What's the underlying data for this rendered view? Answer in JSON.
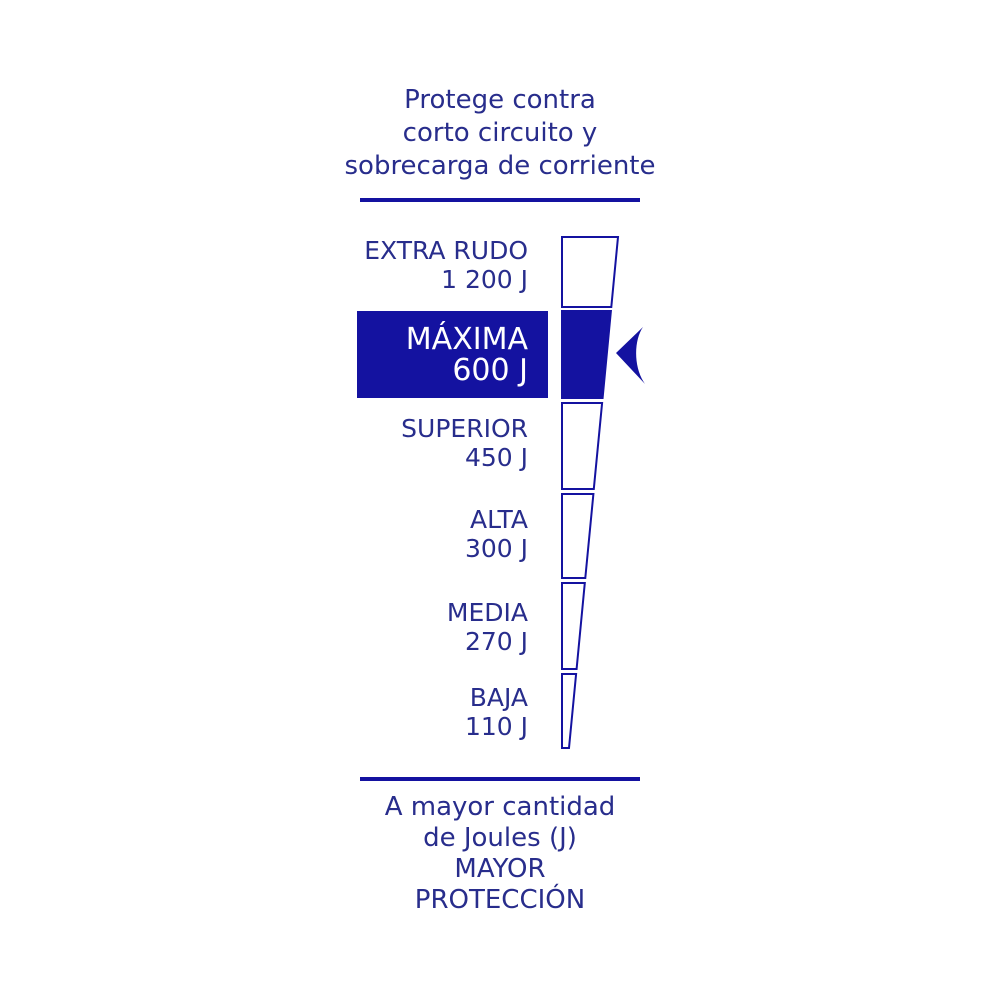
{
  "colors": {
    "background": "#ffffff",
    "navy_fill": "#1412a0",
    "navy_text": "#282d8c",
    "highlight_text": "#ffffff"
  },
  "header": {
    "lines": [
      "Protege contra",
      "corto circuito y",
      "sobrecarga de corriente"
    ]
  },
  "scale": {
    "levels": [
      {
        "name": "EXTRA RUDO",
        "joules": "1 200 J",
        "highlighted": false
      },
      {
        "name": "MÁXIMA",
        "joules": "600 J",
        "highlighted": true
      },
      {
        "name": "SUPERIOR",
        "joules": "450 J",
        "highlighted": false
      },
      {
        "name": "ALTA",
        "joules": "300 J",
        "highlighted": false
      },
      {
        "name": "MEDIA",
        "joules": "270 J",
        "highlighted": false
      },
      {
        "name": "BAJA",
        "joules": "110 J",
        "highlighted": false
      }
    ],
    "selected_level": "MÁXIMA"
  },
  "footer": {
    "lines": [
      "A mayor cantidad",
      "de Joules (J)",
      "MAYOR",
      "PROTECCIÓN"
    ]
  }
}
